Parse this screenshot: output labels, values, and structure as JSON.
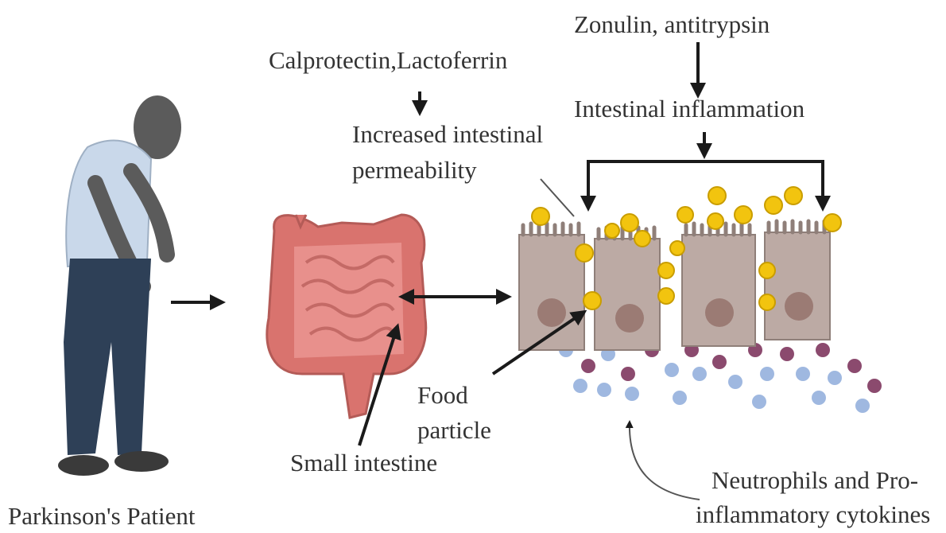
{
  "labels": {
    "zonulin": "Zonulin, antitrypsin",
    "calprotectin": "Calprotectin,Lactoferrin",
    "inflammation": "Intestinal inflammation",
    "permeability_line1": "Increased intestinal",
    "permeability_line2": "permeability",
    "food_line1": "Food",
    "food_line2": "particle",
    "small_intestine": "Small intestine",
    "neutrophils_line1": "Neutrophils and Pro-",
    "neutrophils_line2": "inflammatory cytokines",
    "patient": "Parkinson's Patient"
  },
  "colors": {
    "skin": "#5b5b5b",
    "shirt": "#c9d8ea",
    "trousers": "#2e4057",
    "shoes": "#3a3a3a",
    "intestine": "#e8908c",
    "colon": "#d9736e",
    "cell": "#bcaaa4",
    "nucleus": "#9b7b74",
    "particle": "#f2c40f",
    "neutrophil": "#8b4a6e",
    "cytokine": "#9fb8e0",
    "arrow": "#1a1a1a"
  },
  "icons": {
    "patient": "person-stooped-icon",
    "intestine": "intestine-icon",
    "epithelium": "epithelial-cells-icon"
  }
}
